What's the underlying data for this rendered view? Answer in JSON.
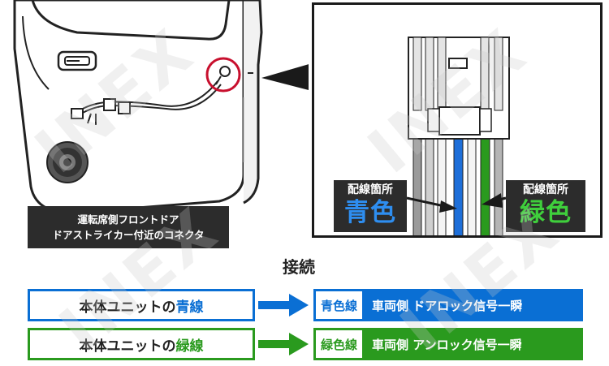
{
  "door_caption": {
    "line1": "運転席側フロントドア",
    "line2": "ドアストライカー付近のコネクタ"
  },
  "callout": {
    "blue_label": {
      "small": "配線箇所",
      "big": "青色"
    },
    "green_label": {
      "small": "配線箇所",
      "big": "緑色"
    }
  },
  "connection": {
    "title": "接続",
    "rows": [
      {
        "unit_prefix": "本体ユニットの",
        "unit_color": "青線",
        "dest_tag": "青色線",
        "dest_text": "車両側 ドアロック信号一瞬"
      },
      {
        "unit_prefix": "本体ユニットの",
        "unit_color": "緑線",
        "dest_tag": "緑色線",
        "dest_text": "車両側 アンロック信号一瞬"
      }
    ]
  },
  "watermark": "INEX",
  "colors": {
    "blue": "#0a6fd4",
    "green": "#2a9a1e",
    "label_blue": "#2e8ef0",
    "label_green": "#3fcf3c",
    "dark": "#2c2c2c",
    "callout_red": "#c8102e"
  }
}
